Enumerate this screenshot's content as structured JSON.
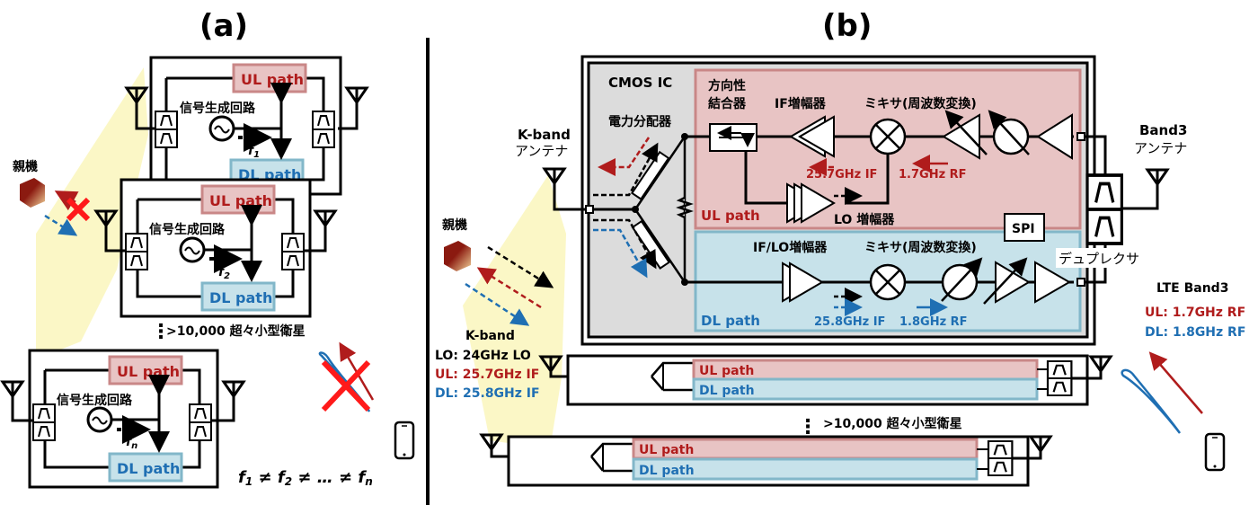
{
  "panel_a": {
    "title": "(a)",
    "parent_label": "親機",
    "sat_count_label": ">10,000 超々小型衛星",
    "satellites": [
      {
        "ul_label": "UL path",
        "dl_label": "DL path",
        "signal_gen_label": "信号生成回路",
        "freq_base": "f",
        "freq_sub": "1"
      },
      {
        "ul_label": "UL path",
        "dl_label": "DL path",
        "signal_gen_label": "信号生成回路",
        "freq_base": "f",
        "freq_sub": "2"
      },
      {
        "ul_label": "UL path",
        "dl_label": "DL path",
        "signal_gen_label": "信号生成回路",
        "freq_base": "f",
        "freq_sub": "n"
      }
    ],
    "inequality": {
      "f": "f",
      "s1": "1",
      "s2": "2",
      "sn": "n",
      "neq": "≠",
      "dots": "…"
    }
  },
  "panel_b": {
    "title": "(b)",
    "cmos_label": "CMOS IC",
    "power_divider_label": "電力分配器",
    "kband_antenna_label_1": "K-band",
    "kband_antenna_label_2": "アンテナ",
    "band3_antenna_label_1": "Band3",
    "band3_antenna_label_2": "アンテナ",
    "directional_coupler_label_1": "方向性",
    "directional_coupler_label_2": "結合器",
    "if_amp_label": "IF増幅器",
    "mixer_label_ul": "ミキサ(周波数変換)",
    "mixer_label_dl": "ミキサ(周波数変換)",
    "lo_amp_label": "LO 増幅器",
    "if_lo_amp_label": "IF/LO増幅器",
    "ul_path_label": "UL path",
    "dl_path_label": "DL path",
    "spi_label": "SPI",
    "duplexer_label": "デュプレクサ",
    "ul_if_label": "25.7GHz IF",
    "ul_rf_label": "1.7GHz RF",
    "dl_if_label": "25.8GHz IF",
    "dl_rf_label": "1.8GHz RF",
    "parent_label": "親機",
    "kband_legend": {
      "title": "K-band",
      "lo": "LO: 24GHz LO",
      "ul": "UL: 25.7GHz IF",
      "dl": "DL: 25.8GHz IF"
    },
    "lte_legend": {
      "title": "LTE Band3",
      "ul": "UL: 1.7GHz RF",
      "dl": "DL: 1.8GHz RF"
    },
    "mini_sats": [
      {
        "ul_label": "UL path",
        "dl_label": "DL path"
      },
      {
        "ul_label": "UL path",
        "dl_label": "DL path"
      }
    ],
    "sat_count_label": ">10,000 超々小型衛星"
  },
  "colors": {
    "ul_red": "#b01c1c",
    "dl_blue": "#1f6fb3",
    "ul_fill": "#e8c4c4",
    "dl_fill": "#c7e2ea",
    "cmos_gray": "#dcdcdc",
    "beam_yellow": "#fbf6b8",
    "cross_red": "#ff1a1a"
  }
}
